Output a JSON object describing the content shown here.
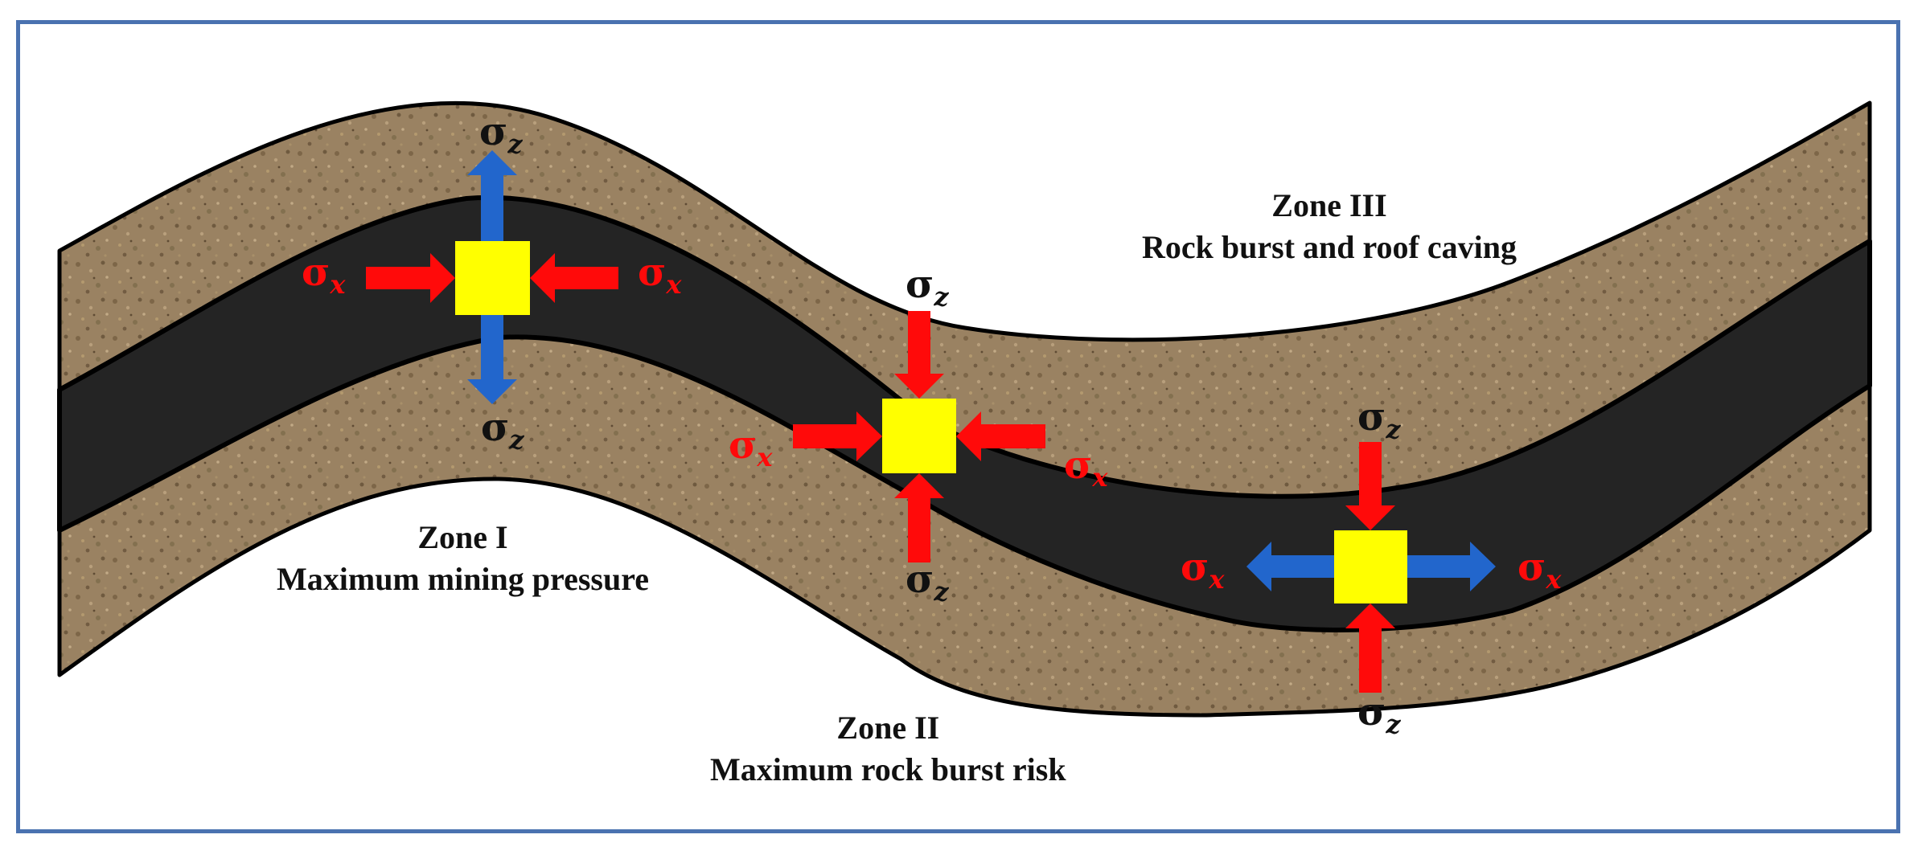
{
  "colors": {
    "frame": "#4a72b0",
    "rock": "#9a8262",
    "coal_seam": "#242424",
    "element": "#ffff00",
    "compression_arrow": "#ff0a0a",
    "tension_arrow": "#2266cc",
    "label_text": "#111111"
  },
  "zones": {
    "zone1": {
      "title": "Zone I",
      "desc": "Maximum mining pressure"
    },
    "zone2": {
      "title": "Zone II",
      "desc": "Maximum rock burst risk"
    },
    "zone3": {
      "title": "Zone III",
      "desc": "Rock burst and roof caving"
    }
  },
  "symbols": {
    "sigma": "σ",
    "x_sub": "x",
    "z_sub": "z"
  },
  "elements": [
    {
      "name": "element-zone1",
      "horizontal_stress": "compression",
      "vertical_stress": "tension"
    },
    {
      "name": "element-zone2",
      "horizontal_stress": "compression",
      "vertical_stress": "compression"
    },
    {
      "name": "element-zone3",
      "horizontal_stress": "tension",
      "vertical_stress": "compression"
    }
  ]
}
